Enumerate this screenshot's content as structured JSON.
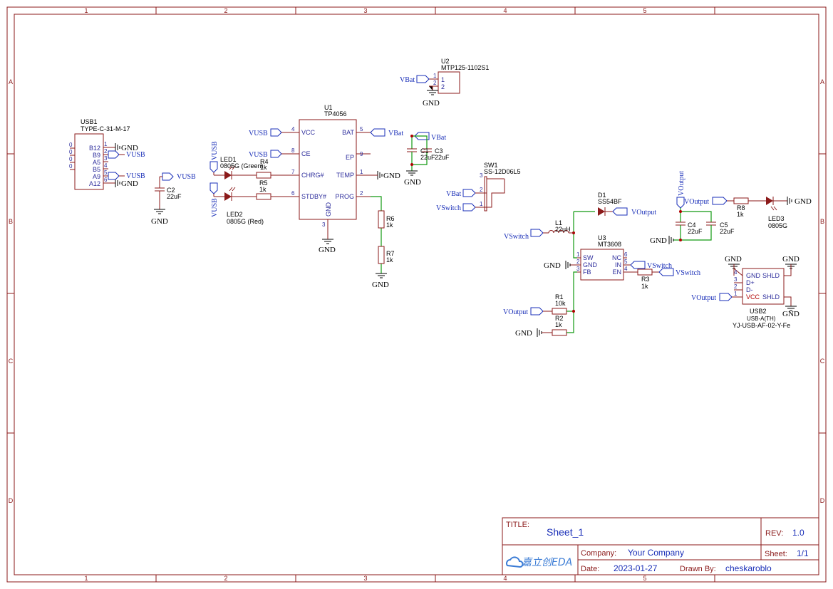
{
  "frame": {
    "columns": [
      "1",
      "2",
      "3",
      "4",
      "5"
    ],
    "rows": [
      "A",
      "B",
      "C",
      "D"
    ]
  },
  "title_block": {
    "title_label": "TITLE:",
    "title_value": "Sheet_1",
    "rev_label": "REV:",
    "rev_value": "1.0",
    "company_label": "Company:",
    "company_value": "Your Company",
    "sheet_label": "Sheet:",
    "sheet_value": "1/1",
    "date_label": "Date:",
    "date_value": "2023-01-27",
    "drawn_label": "Drawn By:",
    "drawn_value": "cheskaroblo",
    "logo_text": "嘉立创EDA",
    "logo_icon": "cloud-logo-icon"
  },
  "nets": {
    "vusb": "VUSB",
    "vbat": "VBat",
    "gnd": "GND",
    "vswitch": "VSwitch",
    "voutput": "VOutput"
  },
  "components": {
    "usb1": {
      "ref": "USB1",
      "value": "TYPE-C-31-M-17",
      "pins_left": [
        "0",
        "0",
        "0",
        "0"
      ],
      "pin_names": [
        "B12",
        "B9",
        "A5",
        "B5",
        "A9",
        "A12"
      ],
      "pin_nums": [
        "1",
        "2",
        "3",
        "4",
        "5",
        "6"
      ]
    },
    "c2": {
      "ref": "C2",
      "value": "22uF"
    },
    "u1": {
      "ref": "U1",
      "value": "TP4056",
      "left_pins": [
        {
          "name": "VCC",
          "num": "4"
        },
        {
          "name": "CE",
          "num": "8"
        },
        {
          "name": "CHRG#",
          "num": "7"
        },
        {
          "name": "STDBY#",
          "num": "6"
        }
      ],
      "right_pins": [
        {
          "name": "BAT",
          "num": "5"
        },
        {
          "name": "EP",
          "num": "9"
        },
        {
          "name": "TEMP",
          "num": "1"
        },
        {
          "name": "PROG",
          "num": "2"
        }
      ],
      "bottom_pin": {
        "name": "GND",
        "num": "3"
      }
    },
    "led1": {
      "ref": "LED1",
      "value": "0805G (Green)"
    },
    "led2": {
      "ref": "LED2",
      "value": "0805G (Red)"
    },
    "r4": {
      "ref": "R4",
      "value": "1k"
    },
    "r5": {
      "ref": "R5",
      "value": "1k"
    },
    "r6": {
      "ref": "R6",
      "value": "1k"
    },
    "r7": {
      "ref": "R7",
      "value": "1k"
    },
    "c1": {
      "ref": "C1",
      "value": "22uF"
    },
    "c3": {
      "ref": "C3",
      "value": "22uF"
    },
    "u2": {
      "ref": "U2",
      "value": "MTP125-1102S1",
      "pins": [
        "1",
        "2"
      ]
    },
    "sw1": {
      "ref": "SW1",
      "value": "SS-12D06L5",
      "pins": [
        "3",
        "2",
        "1"
      ]
    },
    "l1": {
      "ref": "L1",
      "value": "22uH"
    },
    "d1": {
      "ref": "D1",
      "value": "SS54BF"
    },
    "u3": {
      "ref": "U3",
      "value": "MT3608",
      "left_pins": [
        {
          "name": "SW",
          "num": "1"
        },
        {
          "name": "GND",
          "num": "2"
        },
        {
          "name": "FB",
          "num": "3"
        }
      ],
      "right_pins": [
        {
          "name": "NC",
          "num": "6"
        },
        {
          "name": "IN",
          "num": "5"
        },
        {
          "name": "EN",
          "num": "4"
        }
      ]
    },
    "r1": {
      "ref": "R1",
      "value": "10k"
    },
    "r2": {
      "ref": "R2",
      "value": "1k"
    },
    "r3": {
      "ref": "R3",
      "value": "1k"
    },
    "c4": {
      "ref": "C4",
      "value": "22uF"
    },
    "c5": {
      "ref": "C5",
      "value": "22uF"
    },
    "r8": {
      "ref": "R8",
      "value": "1k"
    },
    "led3": {
      "ref": "LED3",
      "value": "0805G"
    },
    "usb2": {
      "ref": "USB2",
      "value": "USB-A(TH)",
      "part": "YJ-USB-AF-02-Y-Fe",
      "pin_names": [
        "GND",
        "D+",
        "D-",
        "VCC"
      ],
      "pin_nums": [
        "4",
        "3",
        "2",
        "1"
      ],
      "shld": "SHLD"
    }
  }
}
